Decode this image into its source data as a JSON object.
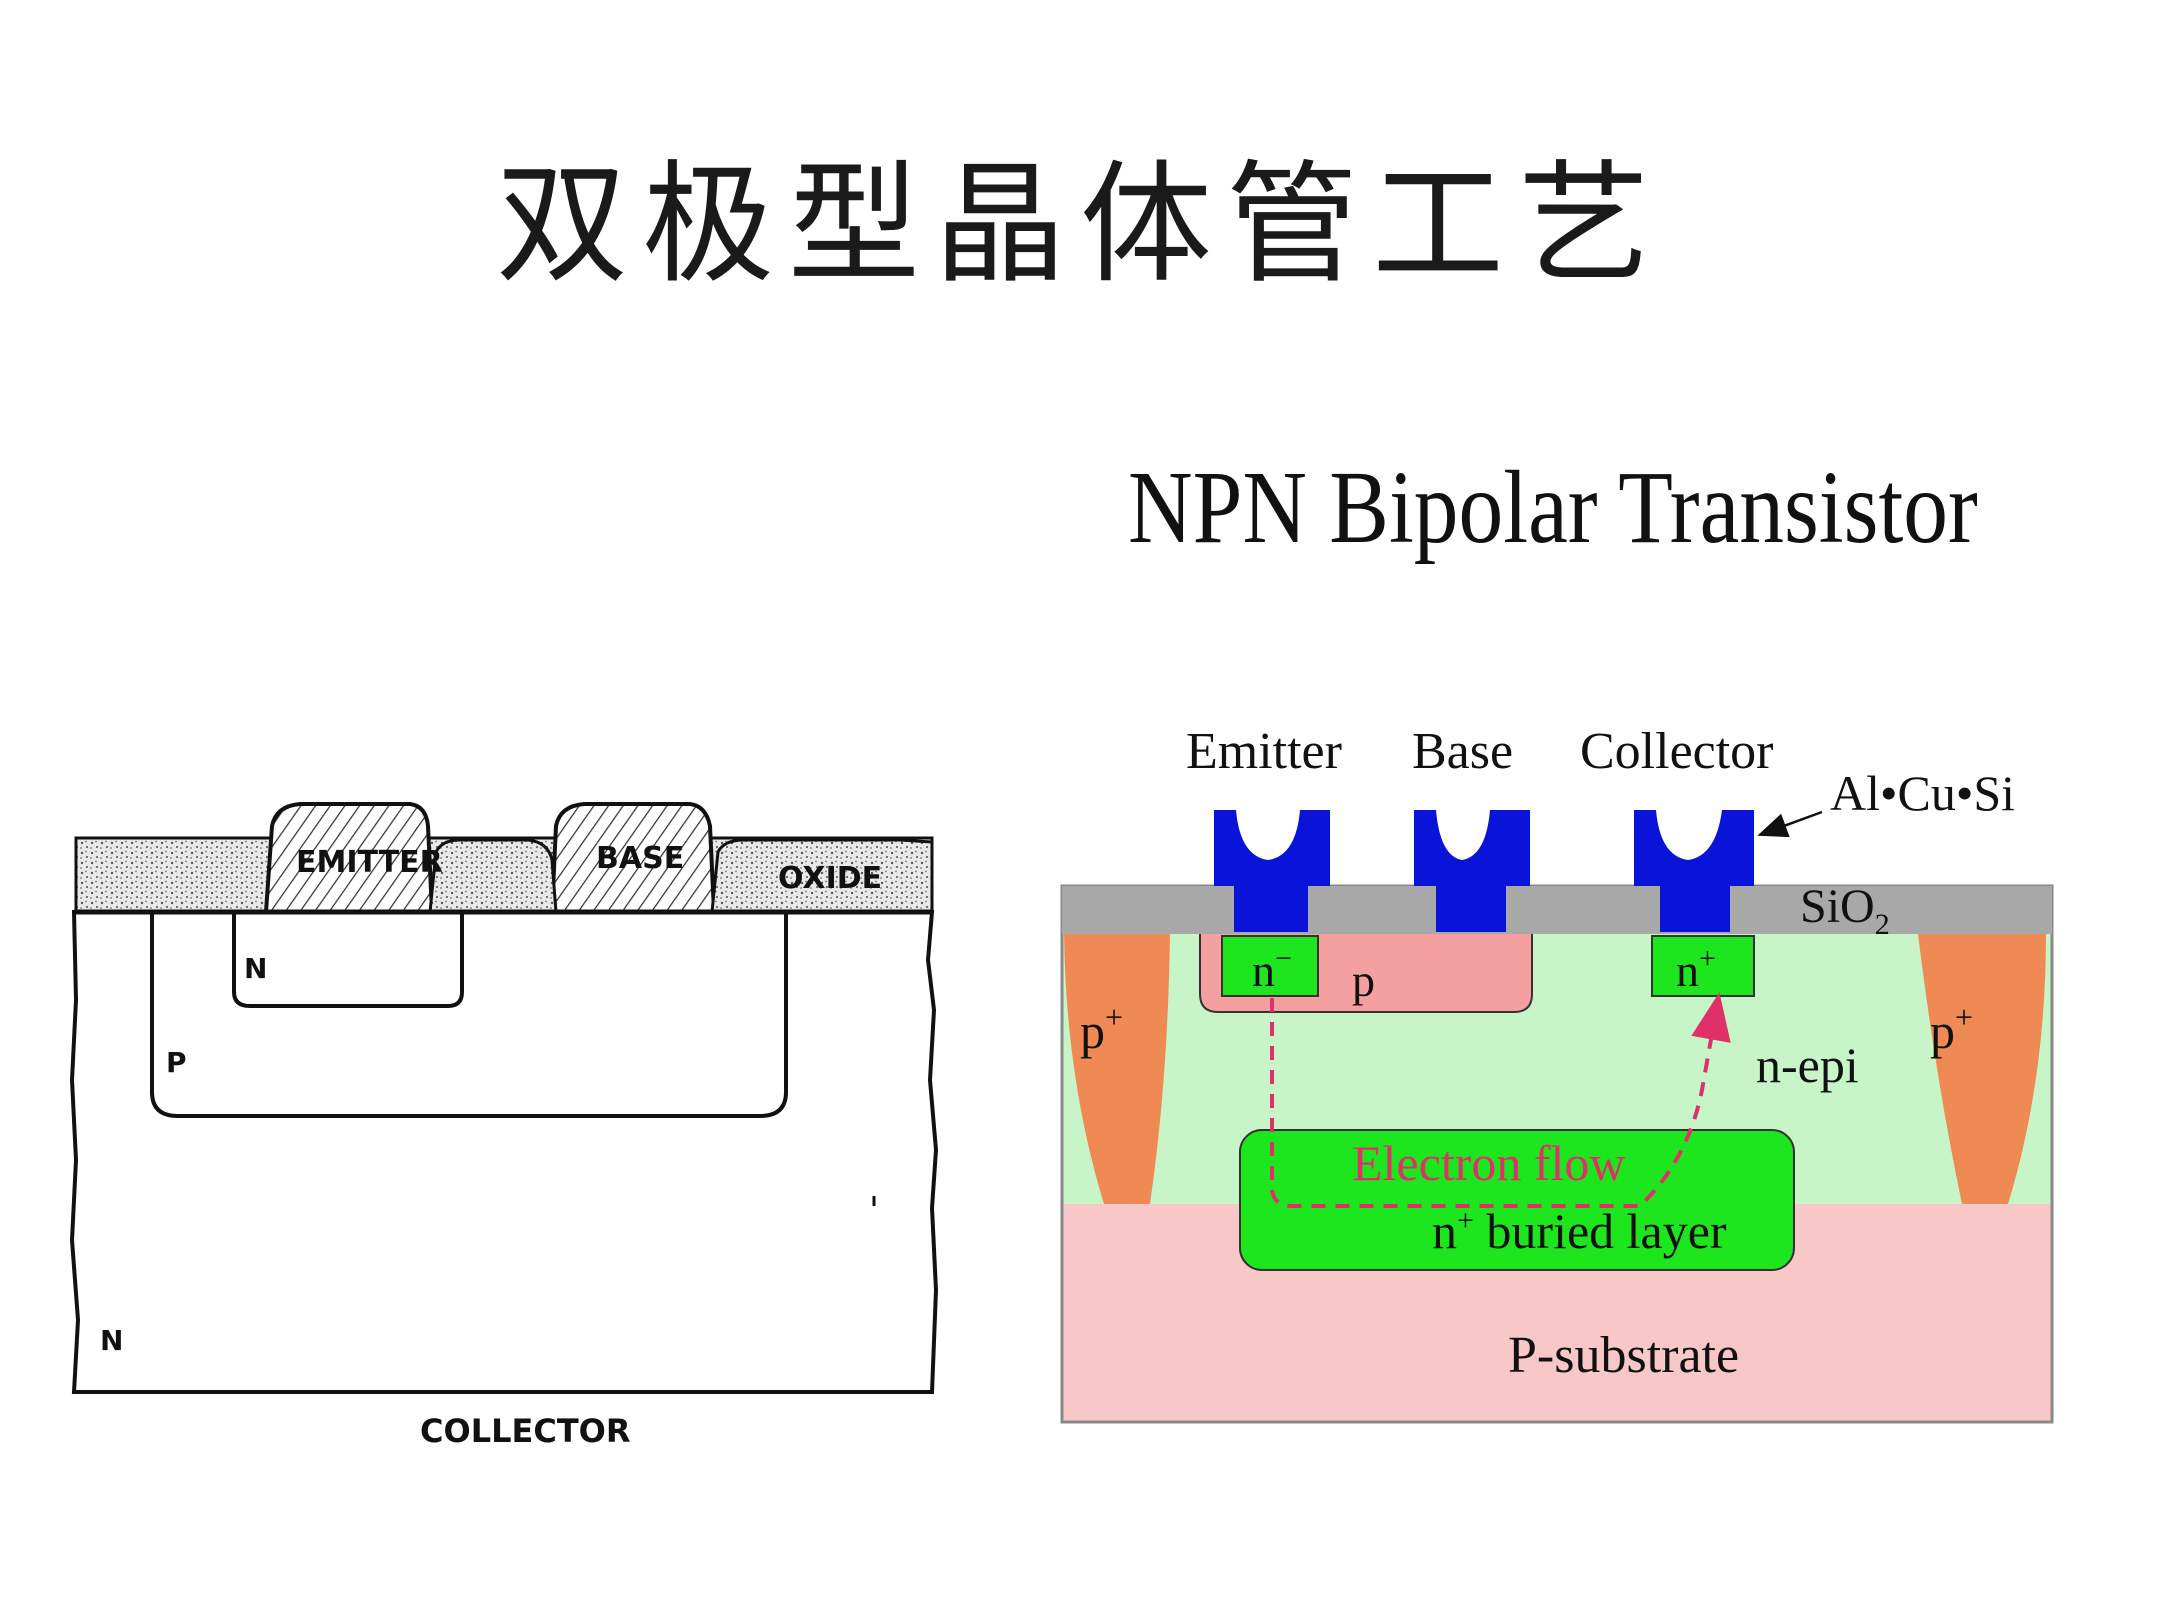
{
  "slide": {
    "title": "双极型晶体管工艺"
  },
  "left_diagram": {
    "emitter_label": "EMITTER",
    "base_label": "BASE",
    "oxide_label": "OXIDE",
    "n_emitter_label": "N",
    "p_base_label": "P",
    "n_collector_label": "N",
    "collector_label": "COLLECTOR"
  },
  "right_diagram": {
    "title": "NPN Bipolar Transistor",
    "terminals": {
      "emitter": "Emitter",
      "base": "Base",
      "collector": "Collector"
    },
    "metal_label": "Al•Cu•Si",
    "oxide_label": "SiO",
    "oxide_sub": "2",
    "n_minus_label": "n",
    "n_minus_sup": "−",
    "n_plus_label": "n",
    "n_plus_sup": "+",
    "p_base_label": "p",
    "p_plus_left": "p",
    "p_plus_left_sup": "+",
    "p_plus_right": "p",
    "p_plus_right_sup": "+",
    "n_epi_label": "n-epi",
    "electron_flow_label": "Electron flow",
    "buried_layer_n": "n",
    "buried_layer_sup": "+",
    "buried_layer_label": " buried layer",
    "substrate_label": "P-substrate",
    "colors": {
      "metal": "#0a14d8",
      "oxide": "#a8a8a8",
      "n_epi": "#c8f5c8",
      "n_plus": "#1ee61e",
      "p_base": "#f4a0a0",
      "p_plus": "#f08a55",
      "substrate": "#f8c8c8",
      "electron_flow": "#e0306a"
    }
  }
}
